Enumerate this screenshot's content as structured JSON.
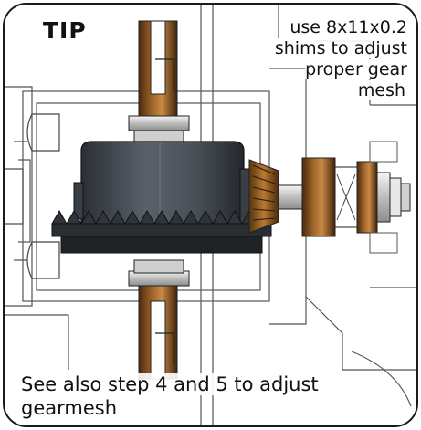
{
  "tip": {
    "heading": "TIP",
    "shim_note": "use 8x11x0.2 shims to adjust proper gear mesh",
    "step_note": "See also step 4 and 5 to adjust gearmesh"
  },
  "colors": {
    "outline": "#1a1a1a",
    "housing": "#444a52",
    "shaft": "#7a4a1e",
    "ring_gear": "#2a2e33",
    "metal": "#d9d9d9"
  },
  "icons": [
    "differential-illustration"
  ]
}
